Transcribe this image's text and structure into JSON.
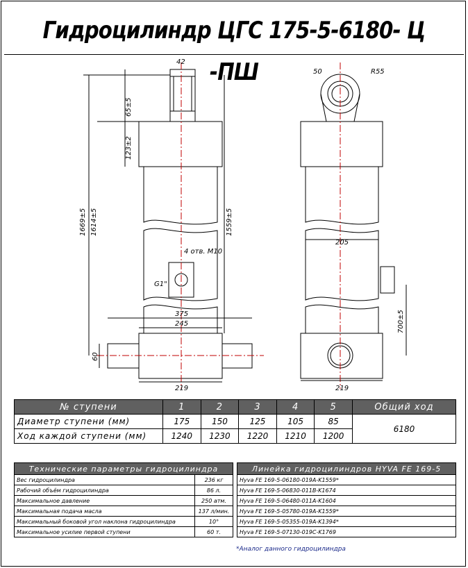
{
  "title": "Гидроцилиндр ЦГС  175-5-6180- Ц -ПШ",
  "dimensions": {
    "d42": "42",
    "d65": "65±5",
    "d123": "123±2",
    "d1669": "1669±5",
    "d1614": "1614±5",
    "d1559": "1559±5",
    "port": "4 отв. М10",
    "port_thread": "G1\"",
    "d375": "375",
    "d245": "245",
    "d60": "60",
    "d219_left": "219",
    "d50": "50",
    "r55": "R55",
    "d205": "205",
    "d700": "700±5",
    "d219_right": "219"
  },
  "steps_table": {
    "header_label": "№ ступени",
    "step_numbers": [
      "1",
      "2",
      "3",
      "4",
      "5"
    ],
    "total_header": "Общий ход",
    "diameter_label": "Диаметр ступени (мм)",
    "diameters": [
      "175",
      "150",
      "125",
      "105",
      "85"
    ],
    "stroke_label": "Ход каждой ступени (мм)",
    "strokes": [
      "1240",
      "1230",
      "1220",
      "1210",
      "1200"
    ],
    "total_stroke": "6180"
  },
  "tech_params": {
    "header": "Технические параметры гидроцилиндра",
    "rows": [
      {
        "label": "Вес гидроцилиндра",
        "value": "236 кг"
      },
      {
        "label": "Рабочий объём гидроцилиндра",
        "value": "86 л."
      },
      {
        "label": "Максимальное давление",
        "value": "250 атм."
      },
      {
        "label": "Максимальная подача масла",
        "value": "137 л/мин."
      },
      {
        "label": "Максимальный боковой угол наклона гидроцилиндра",
        "value": "10°"
      },
      {
        "label": "Максимальное усилие первой ступени",
        "value": "60 т."
      }
    ]
  },
  "hyva_line": {
    "header": "Линейка гидроцилиндров HYVA FE 169-5",
    "rows": [
      "Hyva FE 169-5-06180-019A-K1559*",
      "Hyva FE 169-5-06830-011B-K1674",
      "Hyva FE 169-5-06480-011A-K1604",
      "Hyva FE 169-5-05780-019A-K1559*",
      "Hyva FE 169-5-05355-019A-K1394*",
      "Hyva FE 169-5-07130-019C-K1769"
    ]
  },
  "footnote": "*Аналог данного гидроцилиндра"
}
